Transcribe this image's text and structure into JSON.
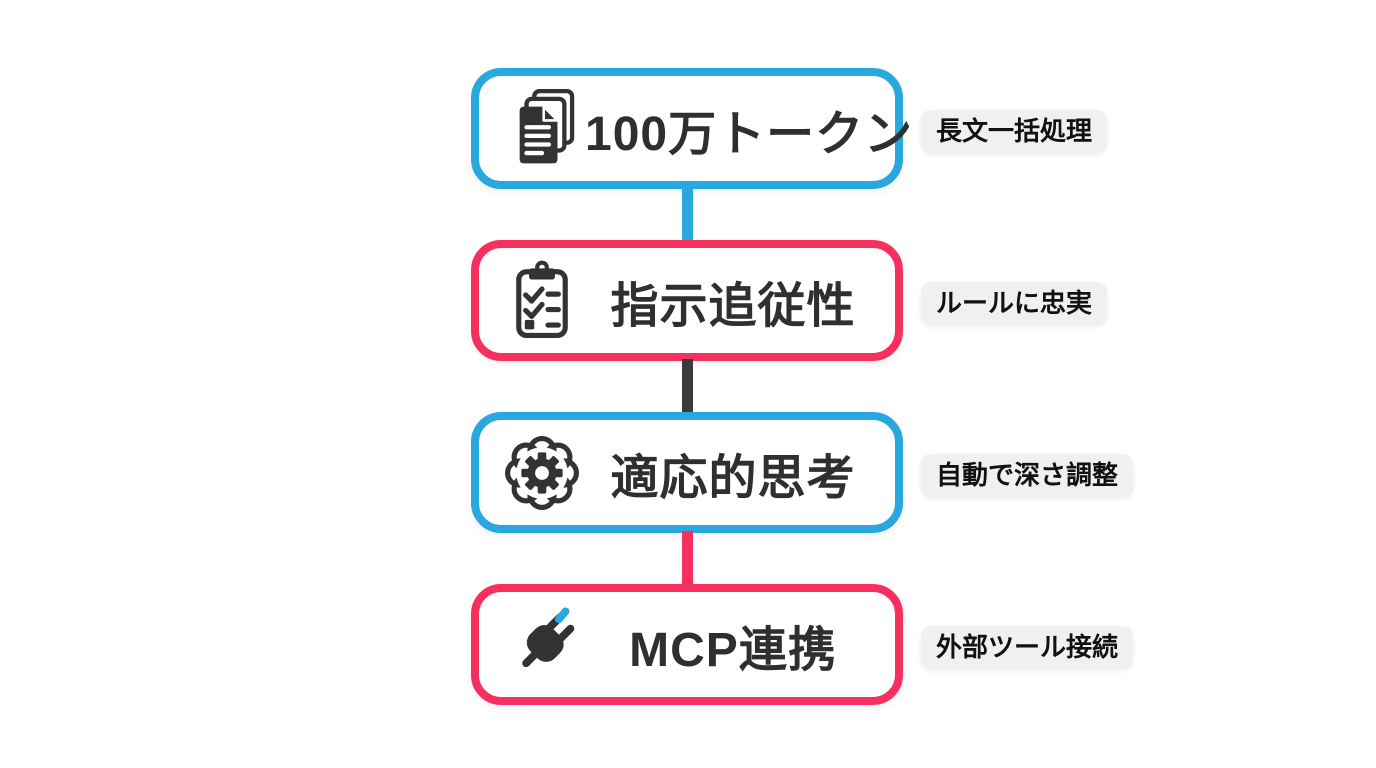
{
  "colors": {
    "background": "#ffffff",
    "blue": "#29a7df",
    "pink": "#f5305f",
    "dark": "#3b3b3b",
    "icon_ink": "#333333",
    "title_ink": "#2f2f2f",
    "label_bg": "#f0f0f0",
    "label_ink": "#111111"
  },
  "features": [
    {
      "icon": "documents-stack-icon",
      "title": "100万トークン",
      "label": "長文一括処理",
      "accent": "blue"
    },
    {
      "icon": "clipboard-checklist-icon",
      "title": "指示追従性",
      "label": "ルールに忠実",
      "accent": "pink"
    },
    {
      "icon": "brain-gear-icon",
      "title": "適応的思考",
      "label": "自動で深さ調整",
      "accent": "blue"
    },
    {
      "icon": "plug-icon",
      "title": "MCP連携",
      "label": "外部ツール接続",
      "accent": "pink"
    }
  ],
  "connectors": [
    {
      "color": "blue"
    },
    {
      "color": "dark"
    },
    {
      "color": "pink"
    }
  ]
}
